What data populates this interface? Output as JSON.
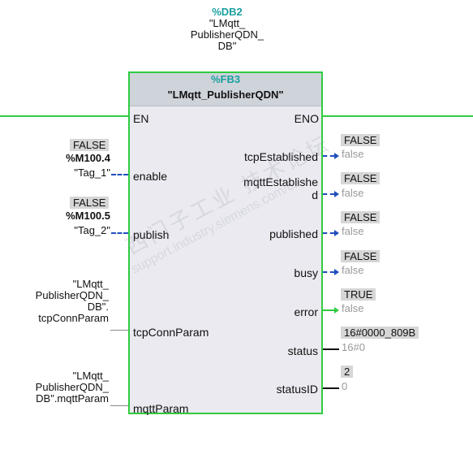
{
  "instance_db": {
    "address": "%DB2",
    "name_line1": "\"LMqtt_",
    "name_line2": "PublisherQDN_",
    "name_line3": "DB\""
  },
  "block": {
    "number": "%FB3",
    "name": "\"LMqtt_PublisherQDN\""
  },
  "inputs": {
    "en": "EN",
    "enable": {
      "pin": "enable",
      "badge": "FALSE",
      "address": "%M100.4",
      "tag": "\"Tag_1\""
    },
    "publish": {
      "pin": "publish",
      "badge": "FALSE",
      "address": "%M100.5",
      "tag": "\"Tag_2\""
    },
    "tcpConnParam": {
      "pin": "tcpConnParam",
      "ref_line1": "\"LMqtt_",
      "ref_line2": "PublisherQDN_",
      "ref_line3": "DB\".",
      "ref_line4": "tcpConnParam"
    },
    "mqttParam": {
      "pin": "mqttParam",
      "ref_line1": "\"LMqtt_",
      "ref_line2": "PublisherQDN_",
      "ref_line3": "DB\".mqttParam"
    }
  },
  "outputs": {
    "eno": "ENO",
    "tcpEstablished": {
      "pin": "tcpEstablished",
      "badge": "FALSE",
      "value": "false"
    },
    "mqttEstablished": {
      "pin_line1": "mqttEstablishe",
      "pin_line2": "d",
      "badge": "FALSE",
      "value": "false"
    },
    "published": {
      "pin": "published",
      "badge": "FALSE",
      "value": "false"
    },
    "busy": {
      "pin": "busy",
      "badge": "FALSE",
      "value": "false"
    },
    "error": {
      "pin": "error",
      "badge": "TRUE",
      "value": "false"
    },
    "status": {
      "pin": "status",
      "badge": "16#0000_809B",
      "value": "16#0"
    },
    "statusID": {
      "pin": "statusID",
      "badge": "2",
      "value": "0"
    }
  },
  "watermark": {
    "line1": "西门子工业 技术论坛",
    "line2": "support.industry.siemens.com/cs"
  },
  "colors": {
    "power_flow": "#2ecc40",
    "dashed_wire": "#1f4fbf",
    "address_teal": "#1a9f9f"
  }
}
